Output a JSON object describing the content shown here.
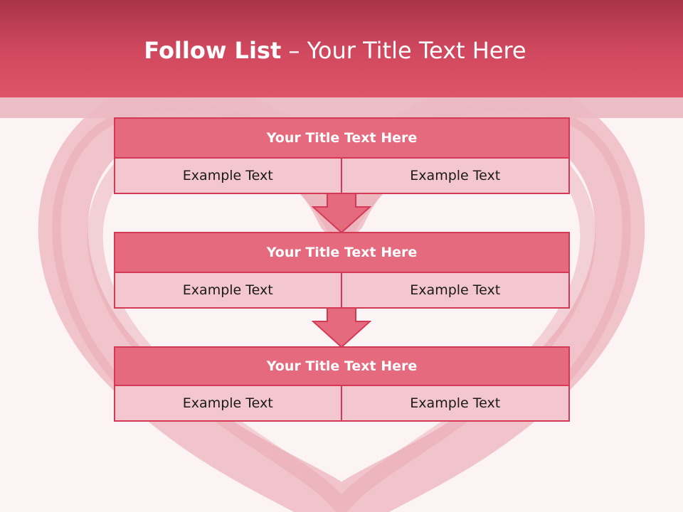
{
  "slide": {
    "title_bold": "Follow List",
    "title_rest": "– Your Title Text Here"
  },
  "steps": [
    {
      "title": "Your Title Text Here",
      "left": "Example Text",
      "right": "Example Text"
    },
    {
      "title": "Your Title Text Here",
      "left": "Example Text",
      "right": "Example Text"
    },
    {
      "title": "Your Title Text Here",
      "left": "Example Text",
      "right": "Example Text"
    }
  ],
  "colors": {
    "header": "#d2495f",
    "block_title_fill": "#e56a7d",
    "cell_fill": "#f4c6cd",
    "border": "#d43a55",
    "heart": "#e58a98"
  }
}
